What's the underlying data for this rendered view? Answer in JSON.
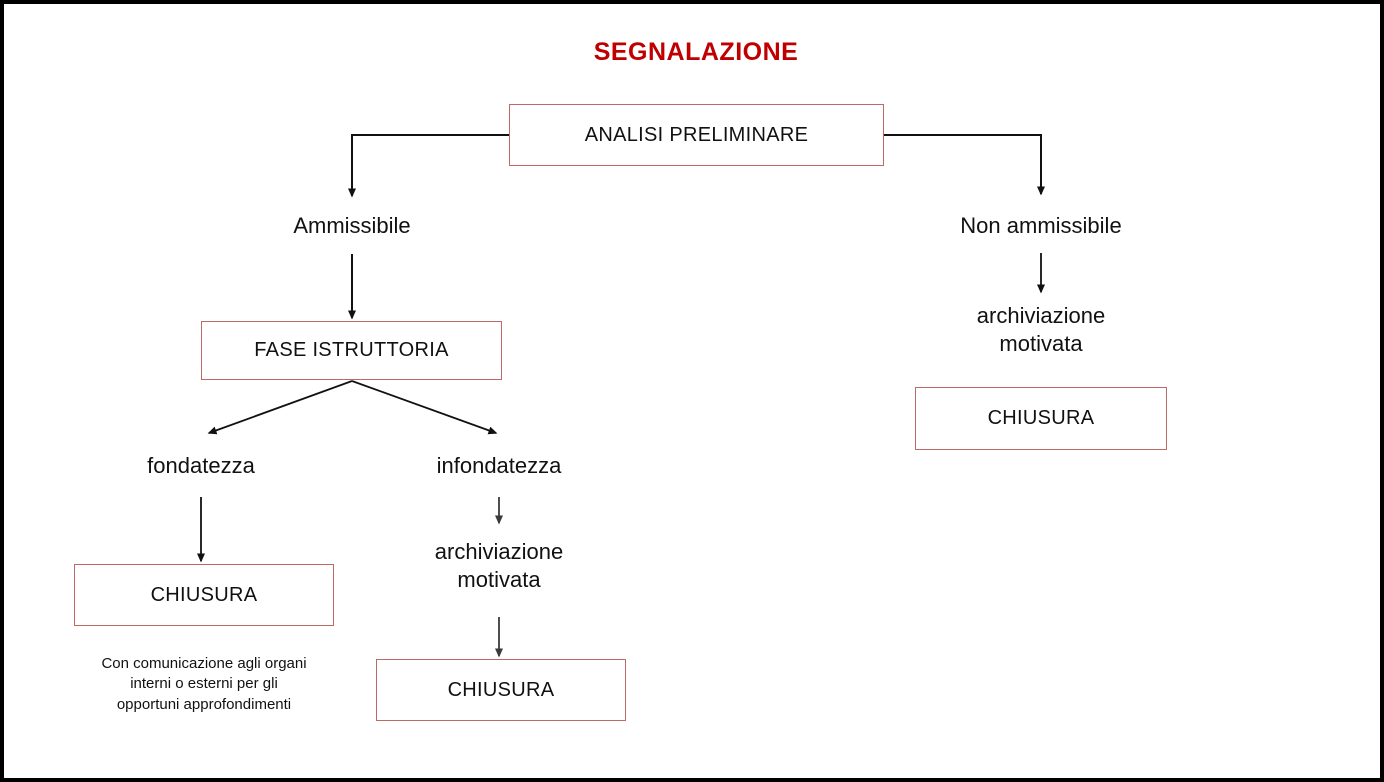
{
  "slide": {
    "title": "SEGNALAZIONE",
    "title_color": "#C00000",
    "border_color": "#000000",
    "background": "#ffffff",
    "box_border_color": "#BD6A66",
    "connector_color": "#000000"
  },
  "nodes": {
    "analisi_preliminare": {
      "label": "ANALISI PRELIMINARE"
    },
    "fase_istruttoria": {
      "label": "FASE ISTRUTTORIA"
    },
    "chiusura_fondatezza": {
      "label": "CHIUSURA"
    },
    "chiusura_infondatezza": {
      "label": "CHIUSURA"
    },
    "chiusura_non_ammissibile": {
      "label": "CHIUSURA"
    }
  },
  "labels": {
    "ammissibile": "Ammissibile",
    "non_ammissibile": "Non ammissibile",
    "fondatezza": "fondatezza",
    "infondatezza": "infondatezza",
    "archiviazione_motivata_centro": "archiviazione\nmotivata",
    "archiviazione_motivata_destra": "archiviazione\nmotivata"
  },
  "captions": {
    "comunicazione": "Con comunicazione agli organi\ninterni o esterni per gli\nopportuni approfondimenti"
  },
  "chart_data": {
    "type": "table",
    "title": "SEGNALAZIONE",
    "nodes": [
      {
        "id": "analisi_preliminare",
        "text": "ANALISI PRELIMINARE",
        "kind": "box"
      },
      {
        "id": "ammissibile",
        "text": "Ammissibile",
        "kind": "text"
      },
      {
        "id": "non_ammissibile",
        "text": "Non ammissibile",
        "kind": "text"
      },
      {
        "id": "fase_istruttoria",
        "text": "FASE ISTRUTTORIA",
        "kind": "box"
      },
      {
        "id": "fondatezza",
        "text": "fondatezza",
        "kind": "text"
      },
      {
        "id": "infondatezza",
        "text": "infondatezza",
        "kind": "text"
      },
      {
        "id": "archiviazione_motivata_centro",
        "text": "archiviazione motivata",
        "kind": "text"
      },
      {
        "id": "archiviazione_motivata_destra",
        "text": "archiviazione motivata",
        "kind": "text"
      },
      {
        "id": "chiusura_fondatezza",
        "text": "CHIUSURA",
        "kind": "box"
      },
      {
        "id": "chiusura_infondatezza",
        "text": "CHIUSURA",
        "kind": "box"
      },
      {
        "id": "chiusura_non_ammissibile",
        "text": "CHIUSURA",
        "kind": "box"
      },
      {
        "id": "comunicazione",
        "text": "Con comunicazione agli organi interni o esterni per gli opportuni approfondimenti",
        "kind": "caption"
      }
    ],
    "edges": [
      {
        "from": "analisi_preliminare",
        "to": "ammissibile",
        "style": "elbow-left-down-arrow"
      },
      {
        "from": "analisi_preliminare",
        "to": "non_ammissibile",
        "style": "elbow-right-down-arrow"
      },
      {
        "from": "ammissibile",
        "to": "fase_istruttoria",
        "style": "down-arrow"
      },
      {
        "from": "fase_istruttoria",
        "to": "fondatezza",
        "style": "diagonal-down-left-arrow"
      },
      {
        "from": "fase_istruttoria",
        "to": "infondatezza",
        "style": "diagonal-down-right-arrow"
      },
      {
        "from": "fondatezza",
        "to": "chiusura_fondatezza",
        "style": "down-arrow"
      },
      {
        "from": "infondatezza",
        "to": "archiviazione_motivata_centro",
        "style": "down-arrow"
      },
      {
        "from": "archiviazione_motivata_centro",
        "to": "chiusura_infondatezza",
        "style": "down-arrow"
      },
      {
        "from": "non_ammissibile",
        "to": "archiviazione_motivata_destra",
        "style": "down-arrow"
      }
    ]
  }
}
